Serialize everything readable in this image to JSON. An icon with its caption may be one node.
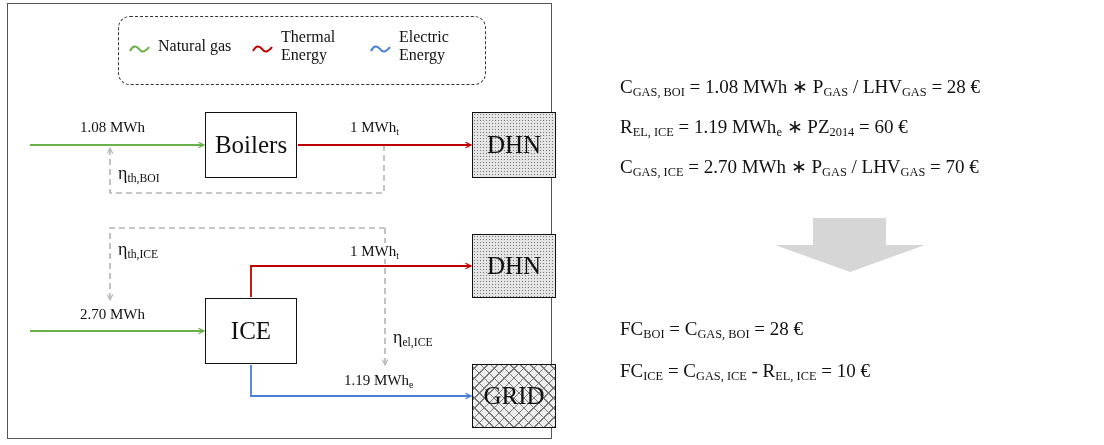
{
  "diagram": {
    "nodes": [
      {
        "text": [
          "Boilers"
        ]
      },
      {
        "text": [
          "DHN"
        ]
      },
      {
        "text": [
          "ICE"
        ]
      },
      {
        "text": [
          "DHN"
        ]
      },
      {
        "text": [
          "GRID"
        ]
      }
    ],
    "edges": [
      {
        "from": null,
        "to": 0,
        "arrow": "to",
        "label": "1.08 MWh",
        "color": "#6ab04c"
      },
      {
        "from": 0,
        "to": 1,
        "arrow": "to",
        "label": "1 MWh$_{t}$",
        "color": "#c00000"
      },
      {
        "from": null,
        "to": 2,
        "arrow": "to",
        "label": "2.70 MWh",
        "color": "#6ab04c"
      },
      {
        "from": 2,
        "to": 3,
        "arrow": "to",
        "label": "1 MWh$_{t}$",
        "color": "#c00000"
      },
      {
        "from": 2,
        "to": 4,
        "arrow": "to",
        "label": "1.19 MWh$_{e}$",
        "color": "#4a7fd4"
      }
    ],
    "labels": [
      "η$_{th,BOI}$",
      "η$_{th,ICE}$",
      "η$_{el,ICE}$",
      "C$_{GAS, BOI}$ = 1.08 MWh ∗ P$_{GAS}$ / LHV$_{GAS}$ = 28 €",
      "R$_{EL, ICE}$ = 1.19 MWh$_{e}$ ∗ PZ$_{2014}$ = 60 €",
      "C$_{GAS, ICE}$ = 2.70 MWh ∗ P$_{GAS}$ / LHV$_{GAS}$ = 70 €",
      "FC$_{BOI}$ = C$_{GAS, BOI}$ = 28 €",
      "FC$_{ICE}$ = C$_{GAS, ICE}$ - R$_{EL, ICE}$ = 10 €"
    ],
    "legend": [
      {
        "text": "Natural gas"
      },
      {
        "text": "Thermal Energy"
      },
      {
        "text": "Electric Energy"
      }
    ]
  }
}
